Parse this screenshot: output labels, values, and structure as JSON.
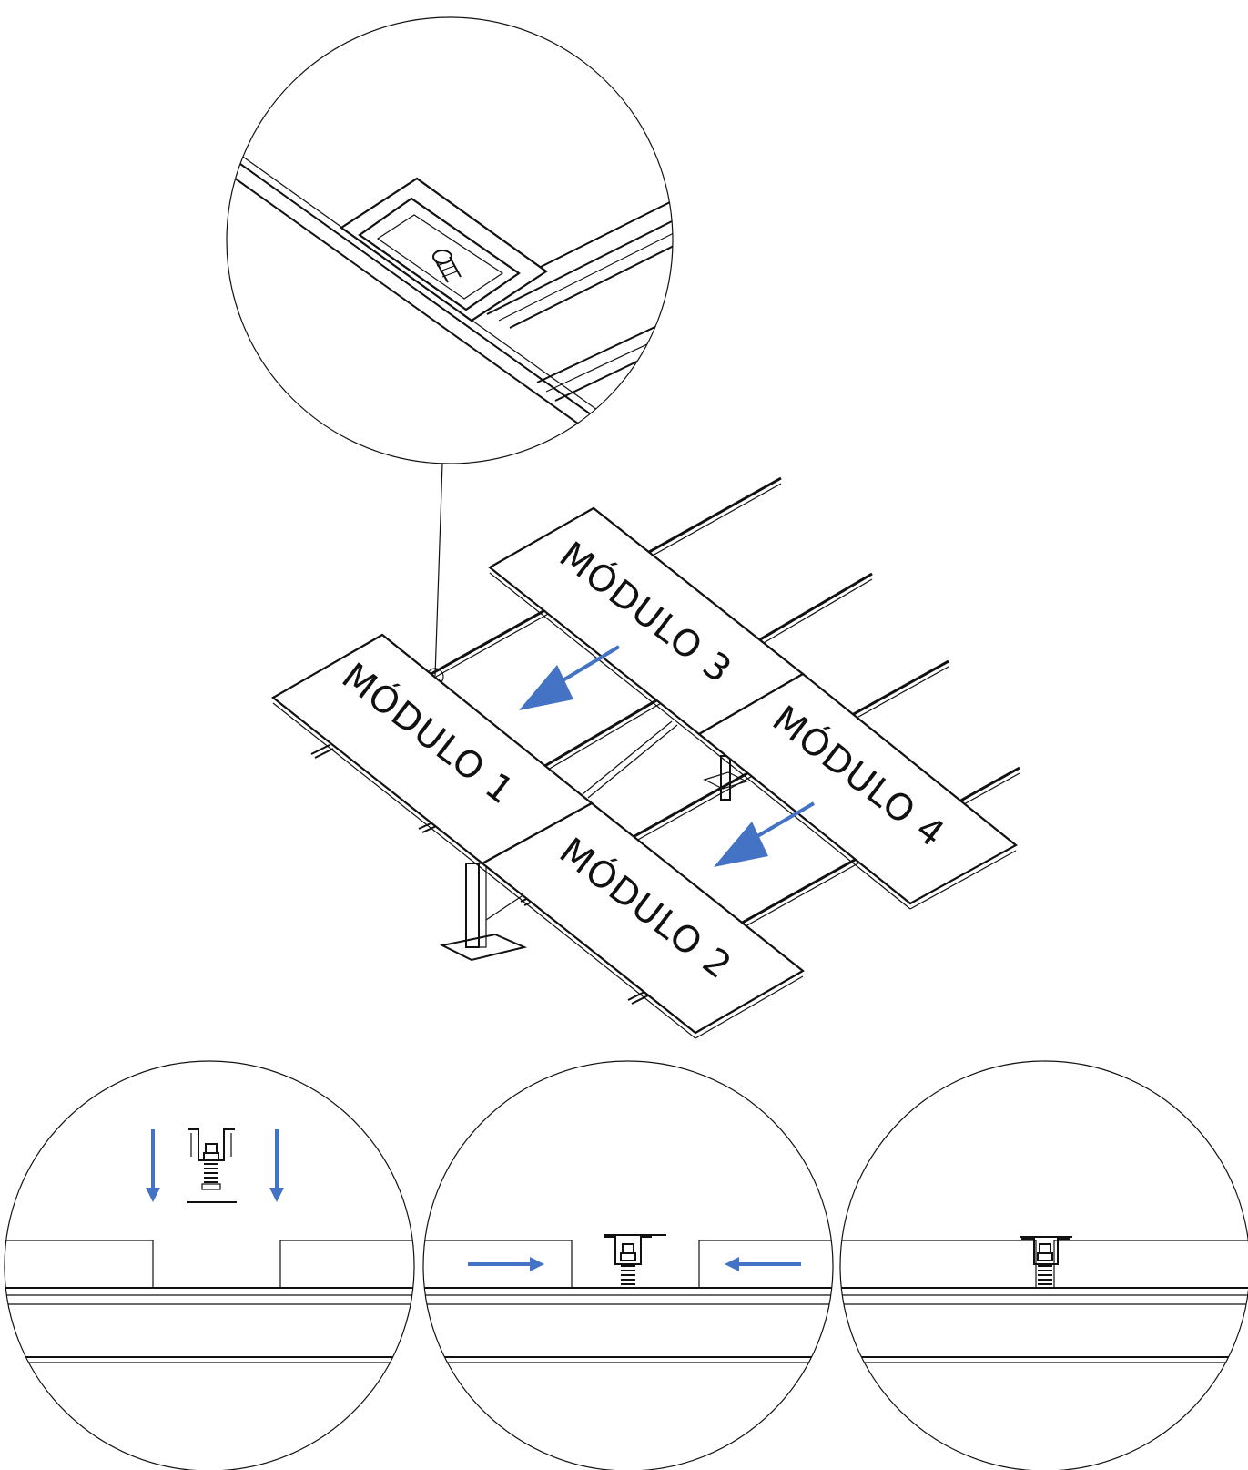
{
  "modules": [
    {
      "id": "m1",
      "label": "MÓDULO 1"
    },
    {
      "id": "m2",
      "label": "MÓDULO 2"
    },
    {
      "id": "m3",
      "label": "MÓDULO 3"
    },
    {
      "id": "m4",
      "label": "MÓDULO 4"
    }
  ],
  "colors": {
    "arrow": "#4472c4",
    "line": "#111111",
    "background": "#ffffff"
  },
  "detail_steps": [
    {
      "id": "step-1",
      "arrow_direction": "down"
    },
    {
      "id": "step-2",
      "arrow_direction": "inward"
    },
    {
      "id": "step-3",
      "arrow_direction": "none"
    }
  ]
}
